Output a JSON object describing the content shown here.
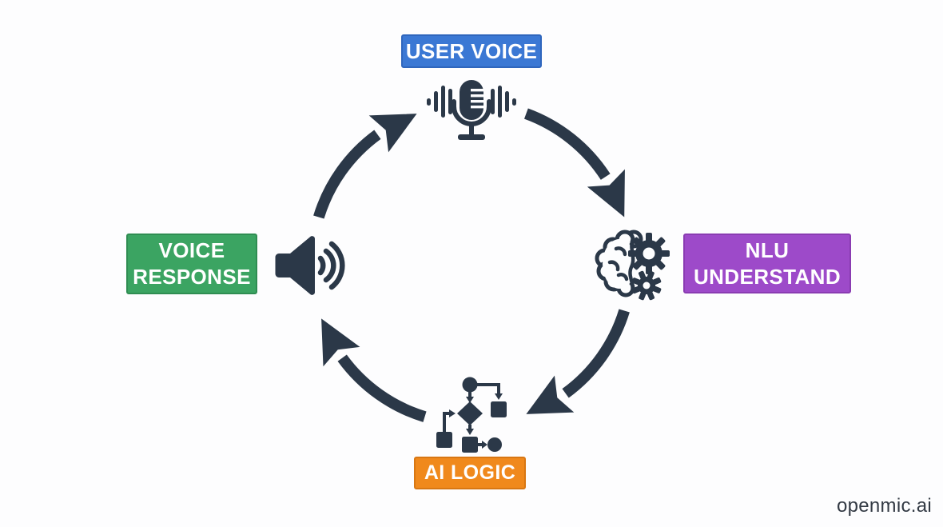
{
  "colors": {
    "arrow": "#2b3848",
    "background": "#fdfdfe",
    "watermark_text": "#333a44"
  },
  "nodes": [
    {
      "id": "user-voice",
      "lines": [
        "USER VOICE"
      ],
      "color": "#3b78d4",
      "border": "#2f66bd",
      "icon": "microphone-icon",
      "position": "top"
    },
    {
      "id": "nlu-understand",
      "lines": [
        "NLU",
        "UNDERSTAND"
      ],
      "color": "#9d4ac9",
      "border": "#8a3cb2",
      "icon": "brain-gears-icon",
      "position": "right"
    },
    {
      "id": "ai-logic",
      "lines": [
        "AI LOGIC"
      ],
      "color": "#f0891c",
      "border": "#d87713",
      "icon": "flowchart-icon",
      "position": "bottom"
    },
    {
      "id": "voice-response",
      "lines": [
        "VOICE",
        "RESPONSE"
      ],
      "color": "#3ba462",
      "border": "#2f8d52",
      "icon": "speaker-icon",
      "position": "left"
    }
  ],
  "flow": {
    "type": "cycle",
    "direction": "clockwise",
    "sequence": [
      "USER VOICE",
      "NLU UNDERSTAND",
      "AI LOGIC",
      "VOICE RESPONSE"
    ]
  },
  "watermark": {
    "text": "openmic.ai"
  }
}
